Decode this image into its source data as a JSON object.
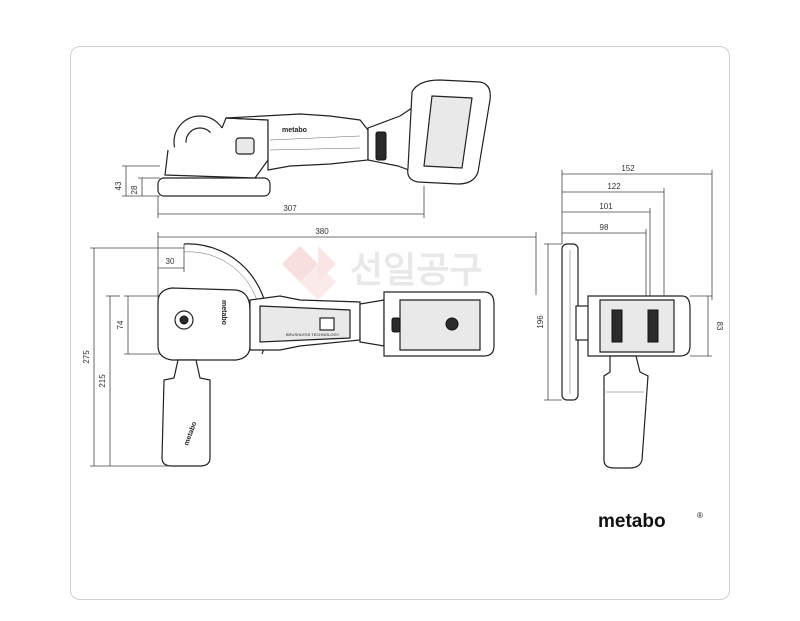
{
  "watermark": {
    "text": "선일공구"
  },
  "brand": {
    "logo_text": "metabo",
    "registered": "®"
  },
  "tool_labels": {
    "side_brand": "metabo",
    "top_brand": "metabo",
    "handle_brand": "metabo",
    "motor_label": "BRUSHLESS TECHNOLOGY"
  },
  "dimensions": {
    "top_view": {
      "height_43": "43",
      "height_28": "28",
      "length_307": "307"
    },
    "side_view": {
      "length_380": "380",
      "offset_30": "30",
      "body_74": "74",
      "total_275": "275",
      "handle_215": "215"
    },
    "front_view": {
      "width_152": "152",
      "width_122": "122",
      "width_101": "101",
      "width_98": "98",
      "disc_196": "196",
      "body_83": "83"
    }
  },
  "colors": {
    "frame_border": "#cfcfcf",
    "line": "#222222",
    "watermark": "#e8e8e8",
    "watermark_icon": "#f3c6c6"
  }
}
